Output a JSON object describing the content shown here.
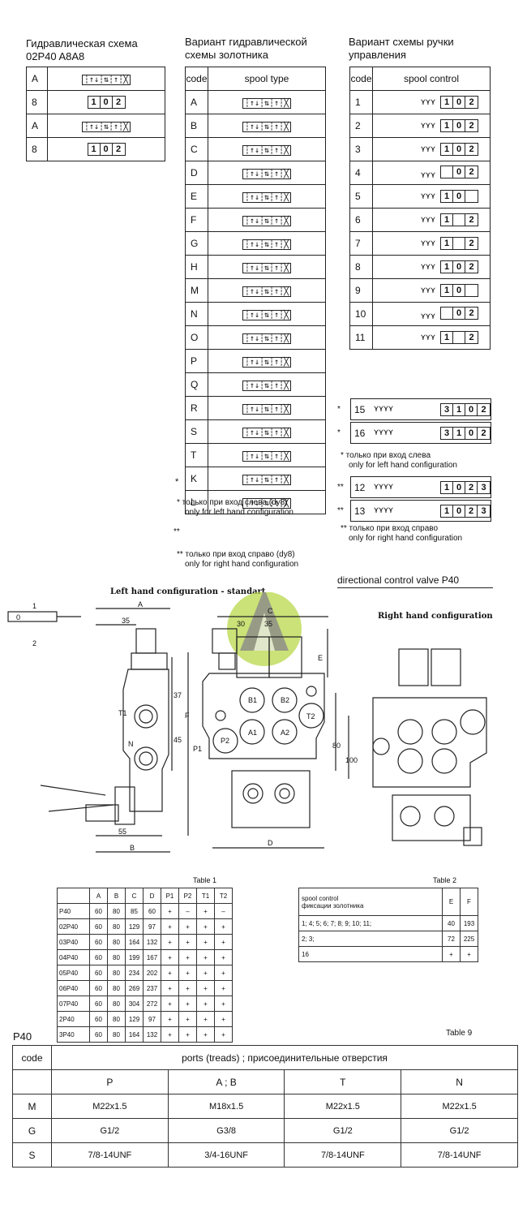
{
  "headers": {
    "left_title": "Гидравлическая схема",
    "left_model": "02P40 A8A8",
    "mid_title": "Вариант гидравлической схемы золотника",
    "right_title": "Вариант схемы ручки управления"
  },
  "left_table": [
    "A",
    "8",
    "A",
    "8"
  ],
  "spool_type": {
    "code_header": "code",
    "type_header": "spool type",
    "rows": [
      "A",
      "B",
      "C",
      "D",
      "E",
      "F",
      "G",
      "H",
      "M",
      "N",
      "O",
      "P",
      "Q",
      "R",
      "S",
      "T",
      "K",
      "L"
    ],
    "k_marker": "*",
    "l_marker": "**",
    "note_k_ru": "* только при вход слева (dy8)",
    "note_k_en": "only for left hand configuration",
    "note_l_ru": "** только при вход справо (dy8)",
    "note_l_en": "only for right hand configuration"
  },
  "spool_control": {
    "code_header": "code",
    "control_header": "spool control",
    "rows": [
      {
        "code": "1",
        "digits": [
          "1",
          "0",
          "2"
        ]
      },
      {
        "code": "2",
        "digits": [
          "1",
          "0",
          "2"
        ]
      },
      {
        "code": "3",
        "digits": [
          "1",
          "0",
          "2"
        ]
      },
      {
        "code": "4",
        "digits": [
          "",
          "0",
          "2"
        ]
      },
      {
        "code": "5",
        "digits": [
          "1",
          "0",
          ""
        ]
      },
      {
        "code": "6",
        "digits": [
          "1",
          "",
          "2"
        ]
      },
      {
        "code": "7",
        "digits": [
          "1",
          "",
          "2"
        ]
      },
      {
        "code": "8",
        "digits": [
          "1",
          "0",
          "2"
        ]
      },
      {
        "code": "9",
        "digits": [
          "1",
          "0",
          ""
        ]
      },
      {
        "code": "10",
        "digits": [
          "",
          "0",
          "2"
        ]
      },
      {
        "code": "11",
        "digits": [
          "1",
          "",
          "2"
        ]
      }
    ],
    "extra_left": [
      {
        "marker": "*",
        "code": "15",
        "digits": [
          "3",
          "1",
          "0",
          "2"
        ]
      },
      {
        "marker": "*",
        "code": "16",
        "digits": [
          "3",
          "1",
          "0",
          "2"
        ]
      }
    ],
    "note_left_ru": "* только при вход слева",
    "note_left_en": "only for left hand configuration",
    "extra_right": [
      {
        "marker": "**",
        "code": "12",
        "digits": [
          "1",
          "0",
          "2",
          "3"
        ]
      },
      {
        "marker": "**",
        "code": "13",
        "digits": [
          "1",
          "0",
          "2",
          "3"
        ]
      }
    ],
    "note_right_ru": "** только при вход справо",
    "note_right_en": "only for right hand configuration"
  },
  "drawing": {
    "title": "directional control valve P40",
    "left_label": "Left hand configuration - standart",
    "right_label": "Right hand configuration",
    "dims": [
      "A",
      "35",
      "C",
      "30",
      "35",
      "E",
      "37",
      "F",
      "45",
      "T1",
      "N",
      "55",
      "B",
      "D",
      "80",
      "100",
      "P1",
      "P2",
      "A1",
      "A2",
      "B1",
      "B2",
      "T2",
      "0",
      "1",
      "2"
    ]
  },
  "table1": {
    "caption": "Table 1",
    "headers": [
      "",
      "A",
      "B",
      "C",
      "D",
      "P1",
      "P2",
      "T1",
      "T2"
    ],
    "rows": [
      [
        "P40",
        "60",
        "80",
        "85",
        "60",
        "+",
        "–",
        "+",
        "–"
      ],
      [
        "02P40",
        "60",
        "80",
        "129",
        "97",
        "+",
        "+",
        "+",
        "+"
      ],
      [
        "03P40",
        "60",
        "80",
        "164",
        "132",
        "+",
        "+",
        "+",
        "+"
      ],
      [
        "04P40",
        "60",
        "80",
        "199",
        "167",
        "+",
        "+",
        "+",
        "+"
      ],
      [
        "05P40",
        "60",
        "80",
        "234",
        "202",
        "+",
        "+",
        "+",
        "+"
      ],
      [
        "06P40",
        "60",
        "80",
        "269",
        "237",
        "+",
        "+",
        "+",
        "+"
      ],
      [
        "07P40",
        "60",
        "80",
        "304",
        "272",
        "+",
        "+",
        "+",
        "+"
      ],
      [
        "2P40",
        "60",
        "80",
        "129",
        "97",
        "+",
        "+",
        "+",
        "+"
      ],
      [
        "3P40",
        "60",
        "80",
        "164",
        "132",
        "+",
        "+",
        "+",
        "+"
      ]
    ]
  },
  "table2": {
    "caption": "Table 2",
    "head1": "spool control",
    "head2": "фиксации золотника",
    "col_e": "E",
    "col_f": "F",
    "rows": [
      [
        "1; 4; 5; 6; 7; 8; 9; 10; 11;",
        "40",
        "193"
      ],
      [
        "2; 3;",
        "72",
        "225"
      ],
      [
        "16",
        "+",
        "+"
      ]
    ]
  },
  "table9": {
    "label": "P40",
    "caption": "Table 9",
    "code_header": "code",
    "ports_header": "ports (treads) ; присоединительные отверстия",
    "cols": [
      "P",
      "A ; B",
      "T",
      "N"
    ],
    "rows": [
      [
        "M",
        "M22x1.5",
        "M18x1.5",
        "M22x1.5",
        "M22x1.5"
      ],
      [
        "G",
        "G1/2",
        "G3/8",
        "G1/2",
        "G1/2"
      ],
      [
        "S",
        "7/8-14UNF",
        "3/4-16UNF",
        "7/8-14UNF",
        "7/8-14UNF"
      ]
    ]
  },
  "colors": {
    "ink": "#111111",
    "logo_green": "#b8d84a",
    "logo_gray": "#8a8a8a"
  }
}
